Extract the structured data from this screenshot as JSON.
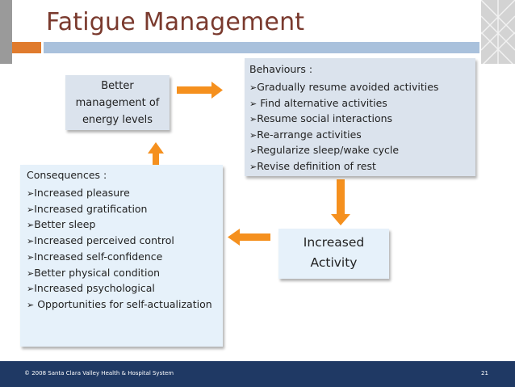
{
  "slide": {
    "title": "Fatigue Management",
    "footer_text": "© 2008 Santa Clara Valley Health & Hospital System",
    "page_number": "21"
  },
  "colors": {
    "title": "#7a3a2e",
    "accent_orange": "#e07b2d",
    "header_bar_blue": "#a9c1dc",
    "box_grey_blue": "#dbe3ed",
    "box_light_blue": "#e6f1fa",
    "footer_navy": "#1f3964",
    "arrow_orange": "#f5901e"
  },
  "diagram": {
    "energy_box": {
      "lines": [
        "Better",
        "management of",
        "energy levels"
      ]
    },
    "behaviours_box": {
      "heading": "Behaviours :",
      "bullet_icon": "check-arrow-icon",
      "items": [
        "Gradually resume avoided activities",
        " Find alternative activities",
        "Resume social interactions",
        "Re-arrange activities",
        "Regularize sleep/wake cycle",
        "Revise definition of rest"
      ]
    },
    "activity_box": {
      "lines": [
        "Increased",
        "Activity"
      ]
    },
    "consequences_box": {
      "heading": "Consequences :",
      "bullet_icon": "check-arrow-icon",
      "items": [
        "Increased pleasure",
        "Increased gratification",
        "Better sleep",
        "Increased perceived control",
        "Increased self-confidence",
        "Better physical condition",
        "Increased psychological",
        " Opportunities for self-actualization"
      ]
    },
    "arrows": [
      "energy-to-behaviours",
      "behaviours-to-activity",
      "activity-to-consequences",
      "consequences-to-energy"
    ]
  }
}
